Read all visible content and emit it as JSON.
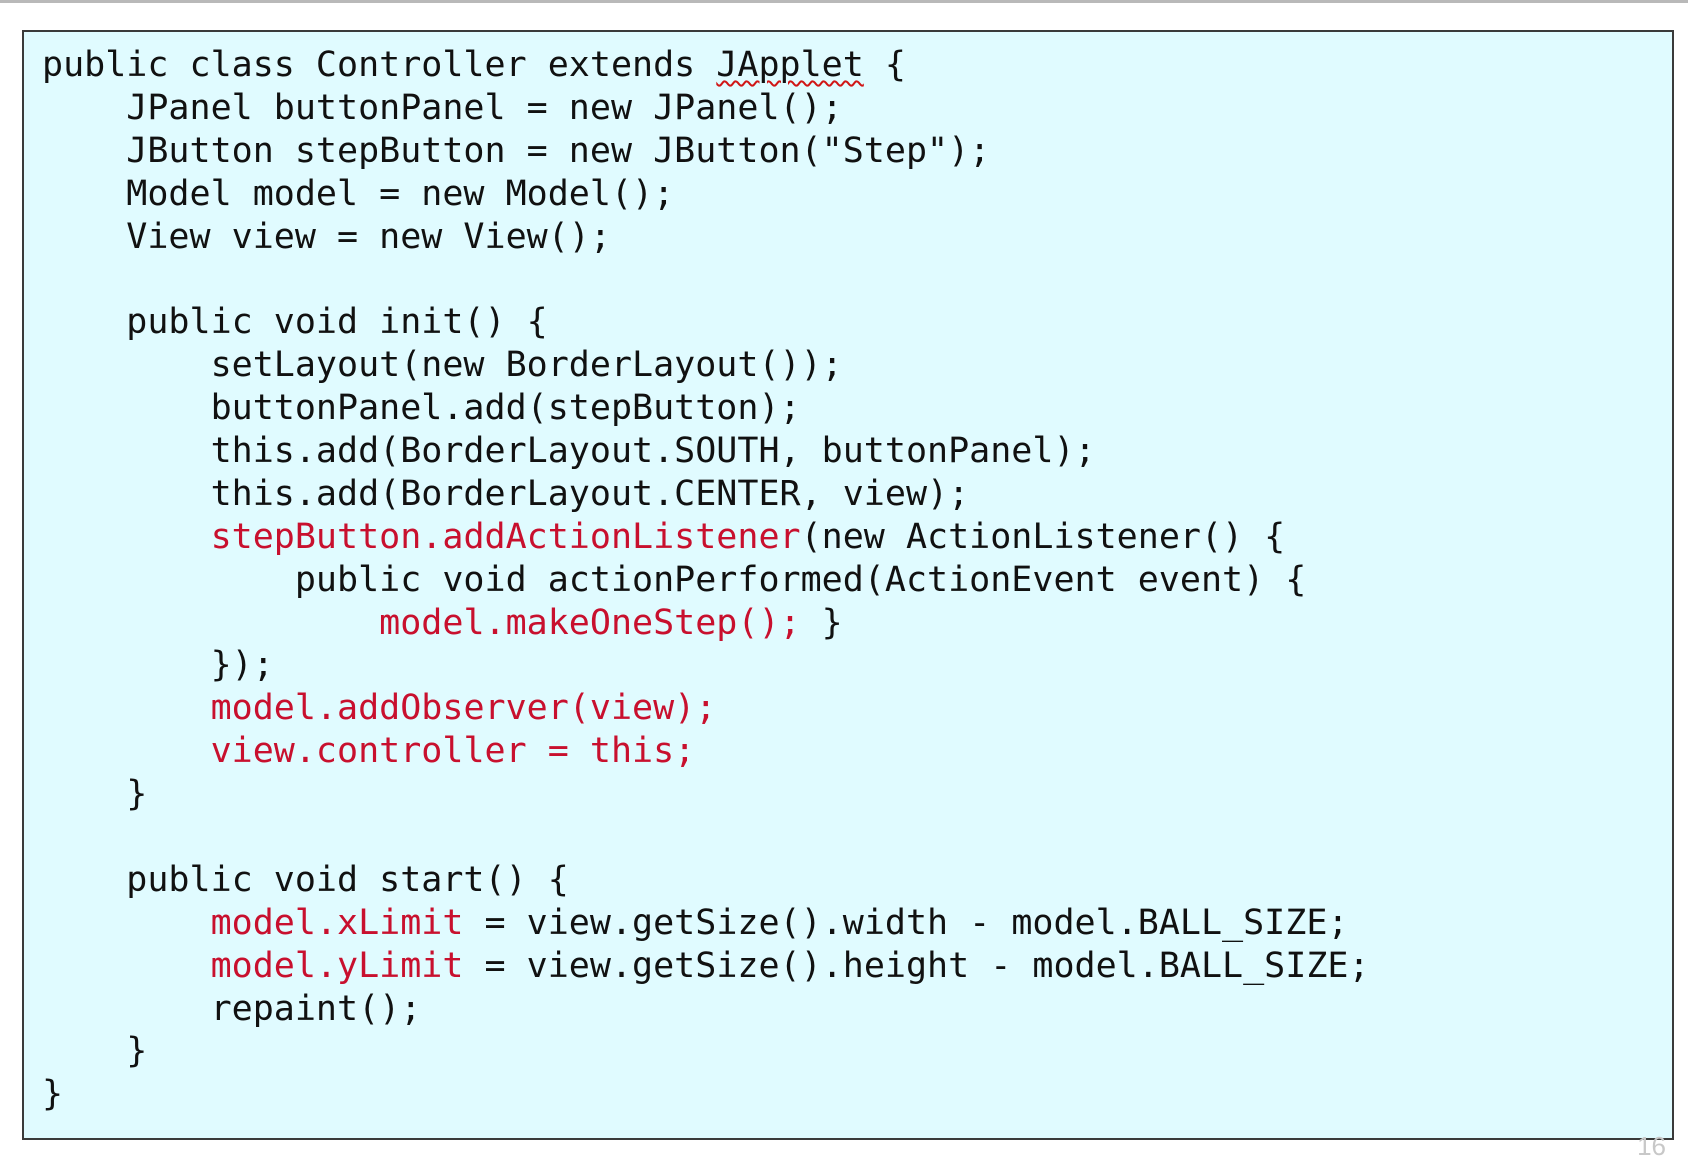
{
  "slide": {
    "page_number": "16",
    "colors": {
      "code_background": "#e0fbff",
      "highlight": "#c8102e",
      "text": "#111111",
      "border": "#3a3a3a"
    }
  },
  "code": {
    "l1": {
      "a": "public class Controller extends ",
      "b": "JApplet",
      "c": " {"
    },
    "l2": "    JPanel buttonPanel = new JPanel();",
    "l3": "    JButton stepButton = new JButton(\"Step\");",
    "l4": "    Model model = new Model();",
    "l5": "    View view = new View();",
    "l6": "",
    "l7": "    public void init() {",
    "l8": "        setLayout(new BorderLayout());",
    "l9": "        buttonPanel.add(stepButton);",
    "l10": "        this.add(BorderLayout.SOUTH, buttonPanel);",
    "l11": "        this.add(BorderLayout.CENTER, view);",
    "l12": {
      "indent": "        ",
      "a": "stepButton.addActionListener",
      "b": "(new ActionListener() {"
    },
    "l13": "            public void actionPerformed(ActionEvent event) {",
    "l14": {
      "indent": "                ",
      "a": "model.makeOneStep();",
      "b": " }"
    },
    "l15": "        });",
    "l16": {
      "indent": "        ",
      "a": "model.addObserver(view);"
    },
    "l17": {
      "indent": "        ",
      "a": "view.controller = this;"
    },
    "l18": "    }",
    "l19": "",
    "l20": "    public void start() {",
    "l21": {
      "indent": "        ",
      "a": "model.xLimit",
      "b": " = view.getSize().width - model.BALL_SIZE;"
    },
    "l22": {
      "indent": "        ",
      "a": "model.yLimit",
      "b": " = view.getSize().height - model.BALL_SIZE;"
    },
    "l23": "        repaint();",
    "l24": "    }",
    "l25": "}"
  }
}
